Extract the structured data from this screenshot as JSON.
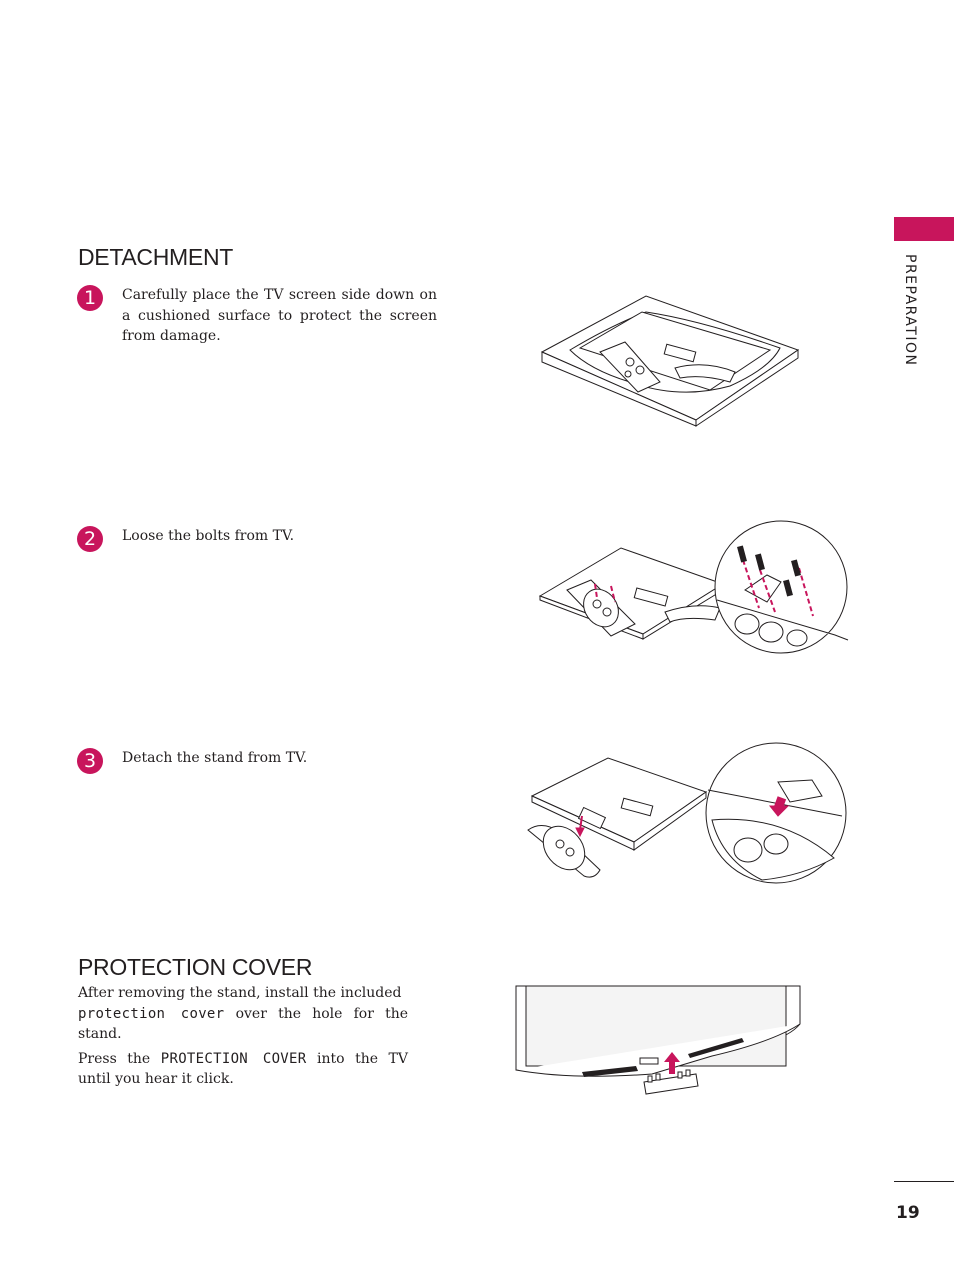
{
  "side_tab": {
    "label": "PREPARATION"
  },
  "detachment": {
    "heading": "DETACHMENT",
    "steps": [
      {
        "number": "1",
        "text": "Carefully place the TV screen side down on a cushioned surface to protect the screen from damage."
      },
      {
        "number": "2",
        "text": "Loose the bolts from TV."
      },
      {
        "number": "3",
        "text": "Detach the stand from TV."
      }
    ]
  },
  "protection_cover": {
    "heading": "PROTECTION COVER",
    "line1_part1": "After removing the stand, install the included",
    "line2_term": "protection cover",
    "line2_rest": " over the hole for the stand.",
    "line3_part1": "Press the ",
    "line3_term": "PROTECTION COVER",
    "line3_rest": " into the TV until you hear it click."
  },
  "footer": {
    "page_number": "19"
  },
  "colors": {
    "accent": "#c8155c",
    "text": "#231f20"
  },
  "illustrations": [
    "tv-on-cushion-illustration",
    "loosen-bolts-illustration",
    "detach-stand-illustration",
    "protection-cover-illustration"
  ]
}
